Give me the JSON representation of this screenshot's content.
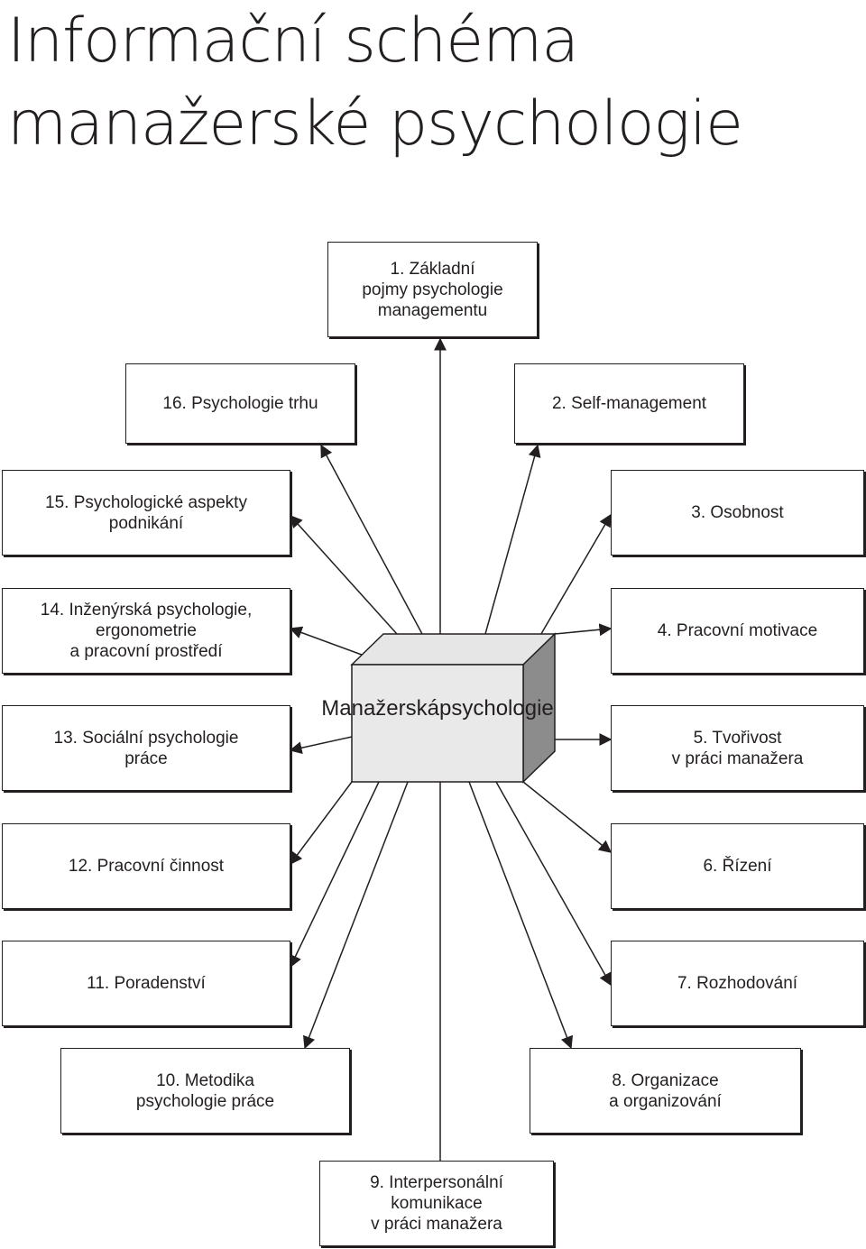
{
  "title": [
    "Informační schéma",
    "manažerské psychologie"
  ],
  "center": {
    "label": [
      "Manažerská",
      "psychologie"
    ]
  },
  "topics": [
    {
      "id": 1,
      "label": [
        "1. Základní",
        "pojmy psychologie",
        "managementu"
      ]
    },
    {
      "id": 2,
      "label": [
        "2. Self-management"
      ]
    },
    {
      "id": 3,
      "label": [
        "3. Osobnost"
      ]
    },
    {
      "id": 4,
      "label": [
        "4. Pracovní motivace"
      ]
    },
    {
      "id": 5,
      "label": [
        "5. Tvořivost",
        "v práci manažera"
      ]
    },
    {
      "id": 6,
      "label": [
        "6. Řízení"
      ]
    },
    {
      "id": 7,
      "label": [
        "7. Rozhodování"
      ]
    },
    {
      "id": 8,
      "label": [
        "8. Organizace",
        "a organizování"
      ]
    },
    {
      "id": 9,
      "label": [
        "9. Interpersonální",
        "komunikace",
        "v práci manažera"
      ]
    },
    {
      "id": 10,
      "label": [
        "10. Metodika",
        "psychologie práce"
      ]
    },
    {
      "id": 11,
      "label": [
        "11. Poradenství"
      ]
    },
    {
      "id": 12,
      "label": [
        "12. Pracovní činnost"
      ]
    },
    {
      "id": 13,
      "label": [
        "13. Sociální psychologie",
        "práce"
      ]
    },
    {
      "id": 14,
      "label": [
        "14. Inženýrská psychologie,",
        "ergonometrie",
        "a pracovní prostředí"
      ]
    },
    {
      "id": 15,
      "label": [
        "15. Psychologické aspekty",
        "podnikání"
      ]
    },
    {
      "id": 16,
      "label": [
        "16. Psychologie trhu"
      ]
    }
  ]
}
